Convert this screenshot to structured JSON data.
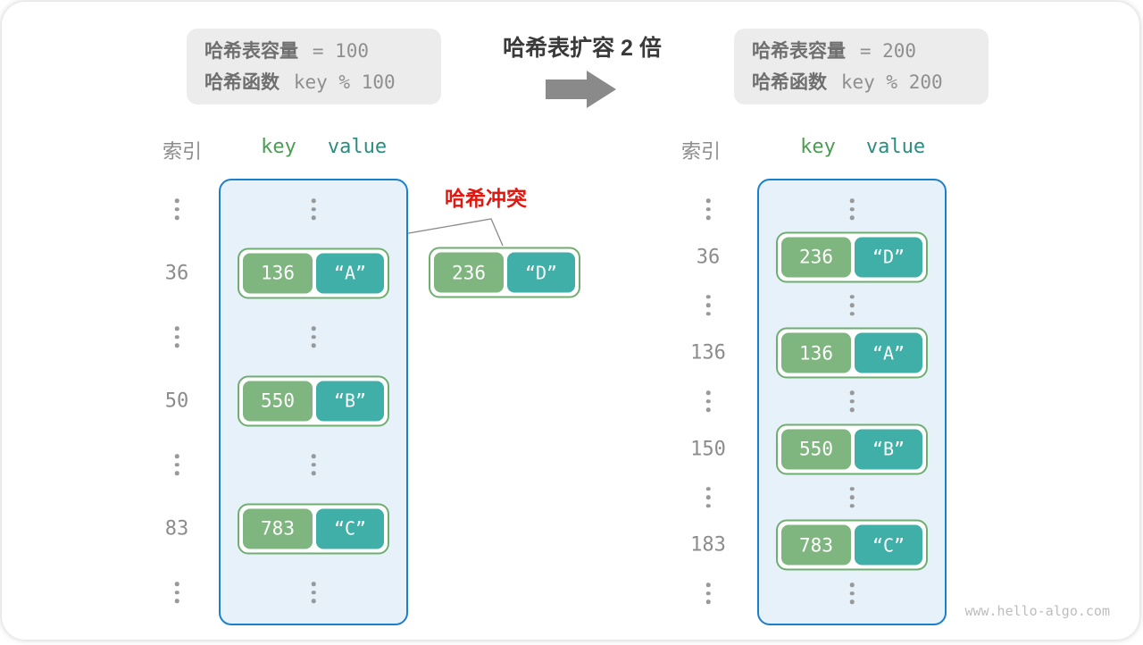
{
  "title": "哈希表扩容 2 倍",
  "watermark": "www.hello-algo.com",
  "info_boxes": {
    "before": {
      "line1_label": "哈希表容量",
      "line1_value": "= 100",
      "line2_label": "哈希函数",
      "line2_value": "key % 100"
    },
    "after": {
      "line1_label": "哈希表容量",
      "line1_value": "= 200",
      "line2_label": "哈希函数",
      "line2_value": "key % 200"
    }
  },
  "tables": {
    "before": {
      "headers": {
        "index": "索引",
        "key": "key",
        "value": "value"
      },
      "rows": [
        {
          "type": "dots"
        },
        {
          "type": "pair",
          "index": "36",
          "key": "136",
          "value": "“A”"
        },
        {
          "type": "dots"
        },
        {
          "type": "pair",
          "index": "50",
          "key": "550",
          "value": "“B”"
        },
        {
          "type": "dots"
        },
        {
          "type": "pair",
          "index": "83",
          "key": "783",
          "value": "“C”"
        },
        {
          "type": "dots"
        }
      ]
    },
    "after": {
      "headers": {
        "index": "索引",
        "key": "key",
        "value": "value"
      },
      "rows": [
        {
          "type": "dots"
        },
        {
          "type": "pair",
          "index": "36",
          "key": "236",
          "value": "“D”"
        },
        {
          "type": "dots"
        },
        {
          "type": "pair",
          "index": "136",
          "key": "136",
          "value": "“A”"
        },
        {
          "type": "dots"
        },
        {
          "type": "pair",
          "index": "150",
          "key": "550",
          "value": "“B”"
        },
        {
          "type": "dots"
        },
        {
          "type": "pair",
          "index": "183",
          "key": "783",
          "value": "“C”"
        },
        {
          "type": "dots"
        }
      ]
    }
  },
  "collision": {
    "label": "哈希冲突",
    "pair": {
      "key": "236",
      "value": "“D”"
    }
  },
  "colors": {
    "container_border": "#1a80cc",
    "container_fill": "#e6f1fa",
    "pair_border": "#6fae70",
    "key_fill": "#7fb57f",
    "value_fill": "#3fafa8",
    "key_header": "#4a9d52",
    "value_header": "#2b8c80",
    "collision_red": "#e3170f",
    "arrow_gray": "#8a8a8a",
    "text_gray": "#8c8c8c",
    "dots_gray": "#999999",
    "infobox_bg": "#ececec",
    "infobox_label": "#6f6f6f",
    "infobox_value": "#8f8f8f",
    "title_color": "#3a3a3a",
    "watermark_gray": "#bdbdbd",
    "connector_gray": "#8a8a8a"
  }
}
